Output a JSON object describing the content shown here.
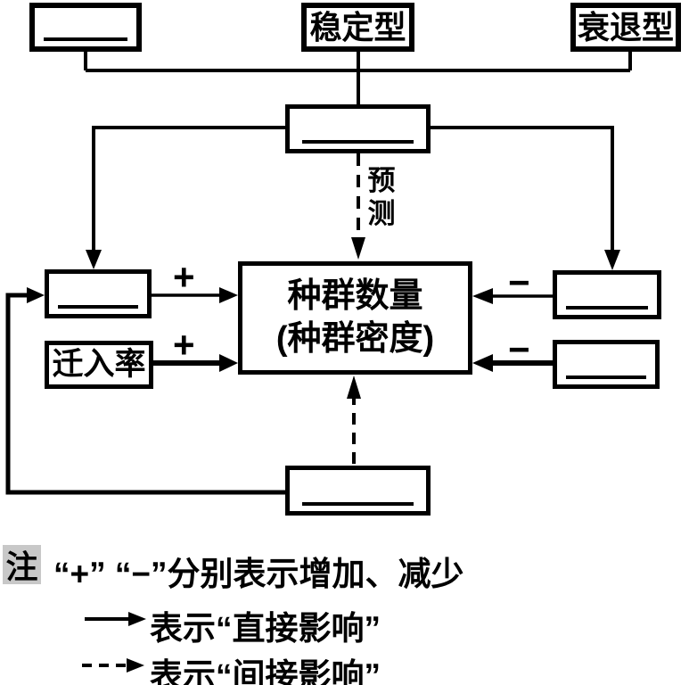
{
  "diagram": {
    "top_row": {
      "stable_label": "稳定型",
      "declining_label": "衰退型"
    },
    "predict_label": "预测",
    "center_box": {
      "line1": "种群数量",
      "line2": "(种群密度)"
    },
    "left_column": {
      "immigration_label": "迁入率",
      "plus_top": "+",
      "plus_bottom": "+"
    },
    "right_column": {
      "minus_top": "−",
      "minus_bottom": "−"
    },
    "note": {
      "badge": "注",
      "line1": "“+” “−”分别表示增加、减少",
      "line2": "表示“直接影响”",
      "line3": "表示“间接影响”"
    }
  },
  "colors": {
    "ink": "#000000",
    "paper": "#ffffff",
    "note_badge_bg": "#c8c8c8"
  }
}
